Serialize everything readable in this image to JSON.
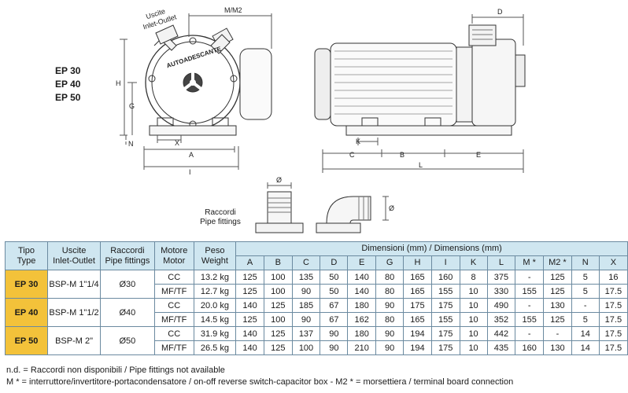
{
  "drawing": {
    "outlet_label_1": "Uscite",
    "outlet_label_2": "Inlet-Outlet",
    "self_priming_text": "AUTOADESCANTE",
    "dim_letters": {
      "m_m2": "M/M2",
      "d": "D",
      "h": "H",
      "g": "G",
      "n": "N",
      "x": "X",
      "a": "A",
      "i": "I",
      "k": "K",
      "c": "C",
      "b": "B",
      "e": "E",
      "l": "L",
      "diameter": "Ø"
    },
    "models": [
      "EP 30",
      "EP 40",
      "EP 50"
    ],
    "fittings_label_1": "Raccordi",
    "fittings_label_2": "Pipe fittings"
  },
  "table": {
    "headers": {
      "type": [
        "Tipo",
        "Type"
      ],
      "outlet": [
        "Uscite",
        "Inlet-Outlet"
      ],
      "fittings": [
        "Raccordi",
        "Pipe fittings"
      ],
      "motor": [
        "Motore",
        "Motor"
      ],
      "weight": [
        "Peso",
        "Weight"
      ],
      "dimensions": "Dimensioni (mm) / Dimensions (mm)",
      "dim_cols": [
        "A",
        "B",
        "C",
        "D",
        "E",
        "G",
        "H",
        "I",
        "K",
        "L",
        "M *",
        "M2 *",
        "N",
        "X"
      ]
    },
    "models": [
      {
        "type": "EP 30",
        "outlet": "BSP-M 1\"1/4",
        "fitting": "Ø30",
        "rows": [
          {
            "motor": "CC",
            "weight": "13.2 kg",
            "dims": [
              "125",
              "100",
              "135",
              "50",
              "140",
              "80",
              "165",
              "160",
              "8",
              "375",
              "-",
              "125",
              "5",
              "16"
            ]
          },
          {
            "motor": "MF/TF",
            "weight": "12.7 kg",
            "dims": [
              "125",
              "100",
              "90",
              "50",
              "140",
              "80",
              "165",
              "155",
              "10",
              "330",
              "155",
              "125",
              "5",
              "17.5"
            ]
          }
        ]
      },
      {
        "type": "EP 40",
        "outlet": "BSP-M 1\"1/2",
        "fitting": "Ø40",
        "rows": [
          {
            "motor": "CC",
            "weight": "20.0 kg",
            "dims": [
              "140",
              "125",
              "185",
              "67",
              "180",
              "90",
              "175",
              "175",
              "10",
              "490",
              "-",
              "130",
              "-",
              "17.5"
            ]
          },
          {
            "motor": "MF/TF",
            "weight": "14.5 kg",
            "dims": [
              "125",
              "100",
              "90",
              "67",
              "162",
              "80",
              "165",
              "155",
              "10",
              "352",
              "155",
              "125",
              "5",
              "17.5"
            ]
          }
        ]
      },
      {
        "type": "EP 50",
        "outlet": "BSP-M 2\"",
        "fitting": "Ø50",
        "rows": [
          {
            "motor": "CC",
            "weight": "31.9 kg",
            "dims": [
              "140",
              "125",
              "137",
              "90",
              "180",
              "90",
              "194",
              "175",
              "10",
              "442",
              "-",
              "-",
              "14",
              "17.5"
            ]
          },
          {
            "motor": "MF/TF",
            "weight": "26.5 kg",
            "dims": [
              "140",
              "125",
              "100",
              "90",
              "210",
              "90",
              "194",
              "175",
              "10",
              "435",
              "160",
              "130",
              "14",
              "17.5"
            ]
          }
        ]
      }
    ]
  },
  "notes": [
    "n.d. = Raccordi non disponibili / Pipe fittings not available",
    "M * = interruttore/invertitore-portacondensatore / on-off reverse switch-capacitor box - M2 * = morsettiera / terminal board connection"
  ]
}
